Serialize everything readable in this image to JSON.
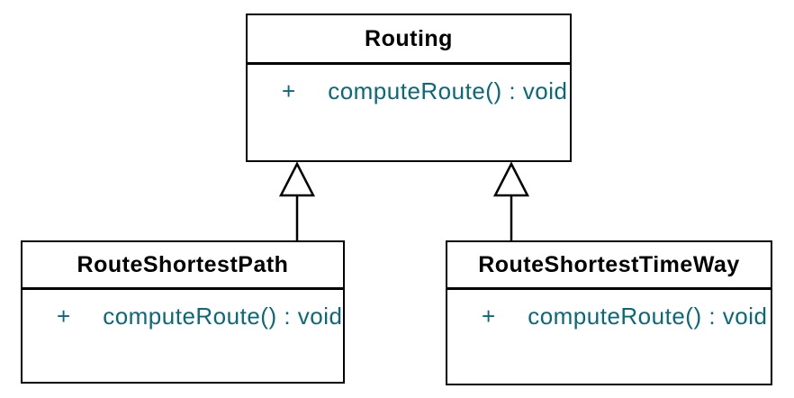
{
  "diagram": {
    "kind": "uml-class-diagram",
    "background": "#ffffff",
    "colors": {
      "box_border": "#000000",
      "class_name_text": "#000000",
      "member_text": "#0b6879",
      "edge": "#000000",
      "arrowhead_fill": "#ffffff"
    },
    "classes": [
      {
        "name": "Routing",
        "methods": [
          {
            "visibility": "+",
            "signature": "computeRoute() : void"
          }
        ]
      },
      {
        "name": "RouteShortestPath",
        "methods": [
          {
            "visibility": "+",
            "signature": "computeRoute() : void"
          }
        ]
      },
      {
        "name": "RouteShortestTimeWay",
        "methods": [
          {
            "visibility": "+",
            "signature": "computeRoute() : void"
          }
        ]
      }
    ],
    "relationships": [
      {
        "type": "generalization",
        "from": "RouteShortestPath",
        "to": "Routing"
      },
      {
        "type": "generalization",
        "from": "RouteShortestTimeWay",
        "to": "Routing"
      }
    ]
  }
}
